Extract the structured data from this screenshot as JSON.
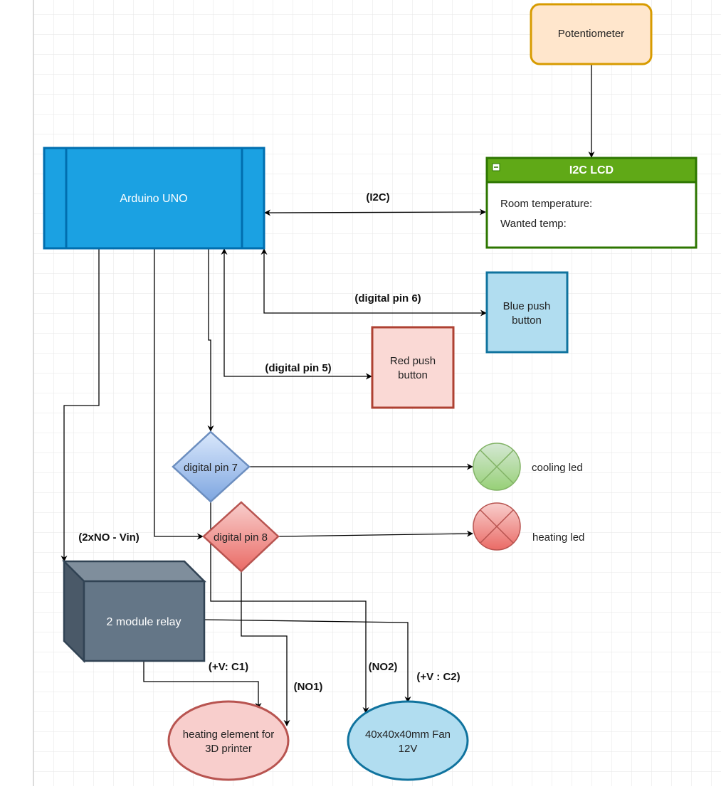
{
  "nodes": {
    "potentiometer": "Potentiometer",
    "lcd_title": "I2C LCD",
    "lcd_line1": "Room temperature:",
    "lcd_line2": "Wanted temp:",
    "arduino": "Arduino UNO",
    "blue_button_1": "Blue push",
    "blue_button_2": "button",
    "red_button_1": "Red push",
    "red_button_2": "button",
    "pin7": "digital pin 7",
    "pin8": "digital pin 8",
    "cooling_led": "cooling led",
    "heating_led": "heating led",
    "relay": "2 module relay",
    "heater_1": "heating element for",
    "heater_2": "3D printer",
    "fan_1": "40x40x40mm Fan",
    "fan_2": "12V"
  },
  "edge_labels": {
    "i2c": "(I2C)",
    "pin6": "(digital pin 6)",
    "pin5": "(digital pin 5)",
    "relay_power": "(2xNO - Vin)",
    "c1": "(+V: C1)",
    "no1": "(NO1)",
    "no2": "(NO2)",
    "c2": "(+V : C2)"
  },
  "colors": {
    "arduino_fill": "#1ba1e2",
    "arduino_stroke": "#006eaf",
    "lcd_header": "#60a917",
    "lcd_stroke": "#2d7600",
    "pot_fill": "#ffe6cc",
    "pot_stroke": "#d79b00",
    "blue_fill": "#b1ddf0",
    "blue_stroke": "#10739e",
    "red_fill": "#fad9d5",
    "red_stroke": "#ae4132",
    "relay_fill": "#647687",
    "relay_stroke": "#314354"
  }
}
